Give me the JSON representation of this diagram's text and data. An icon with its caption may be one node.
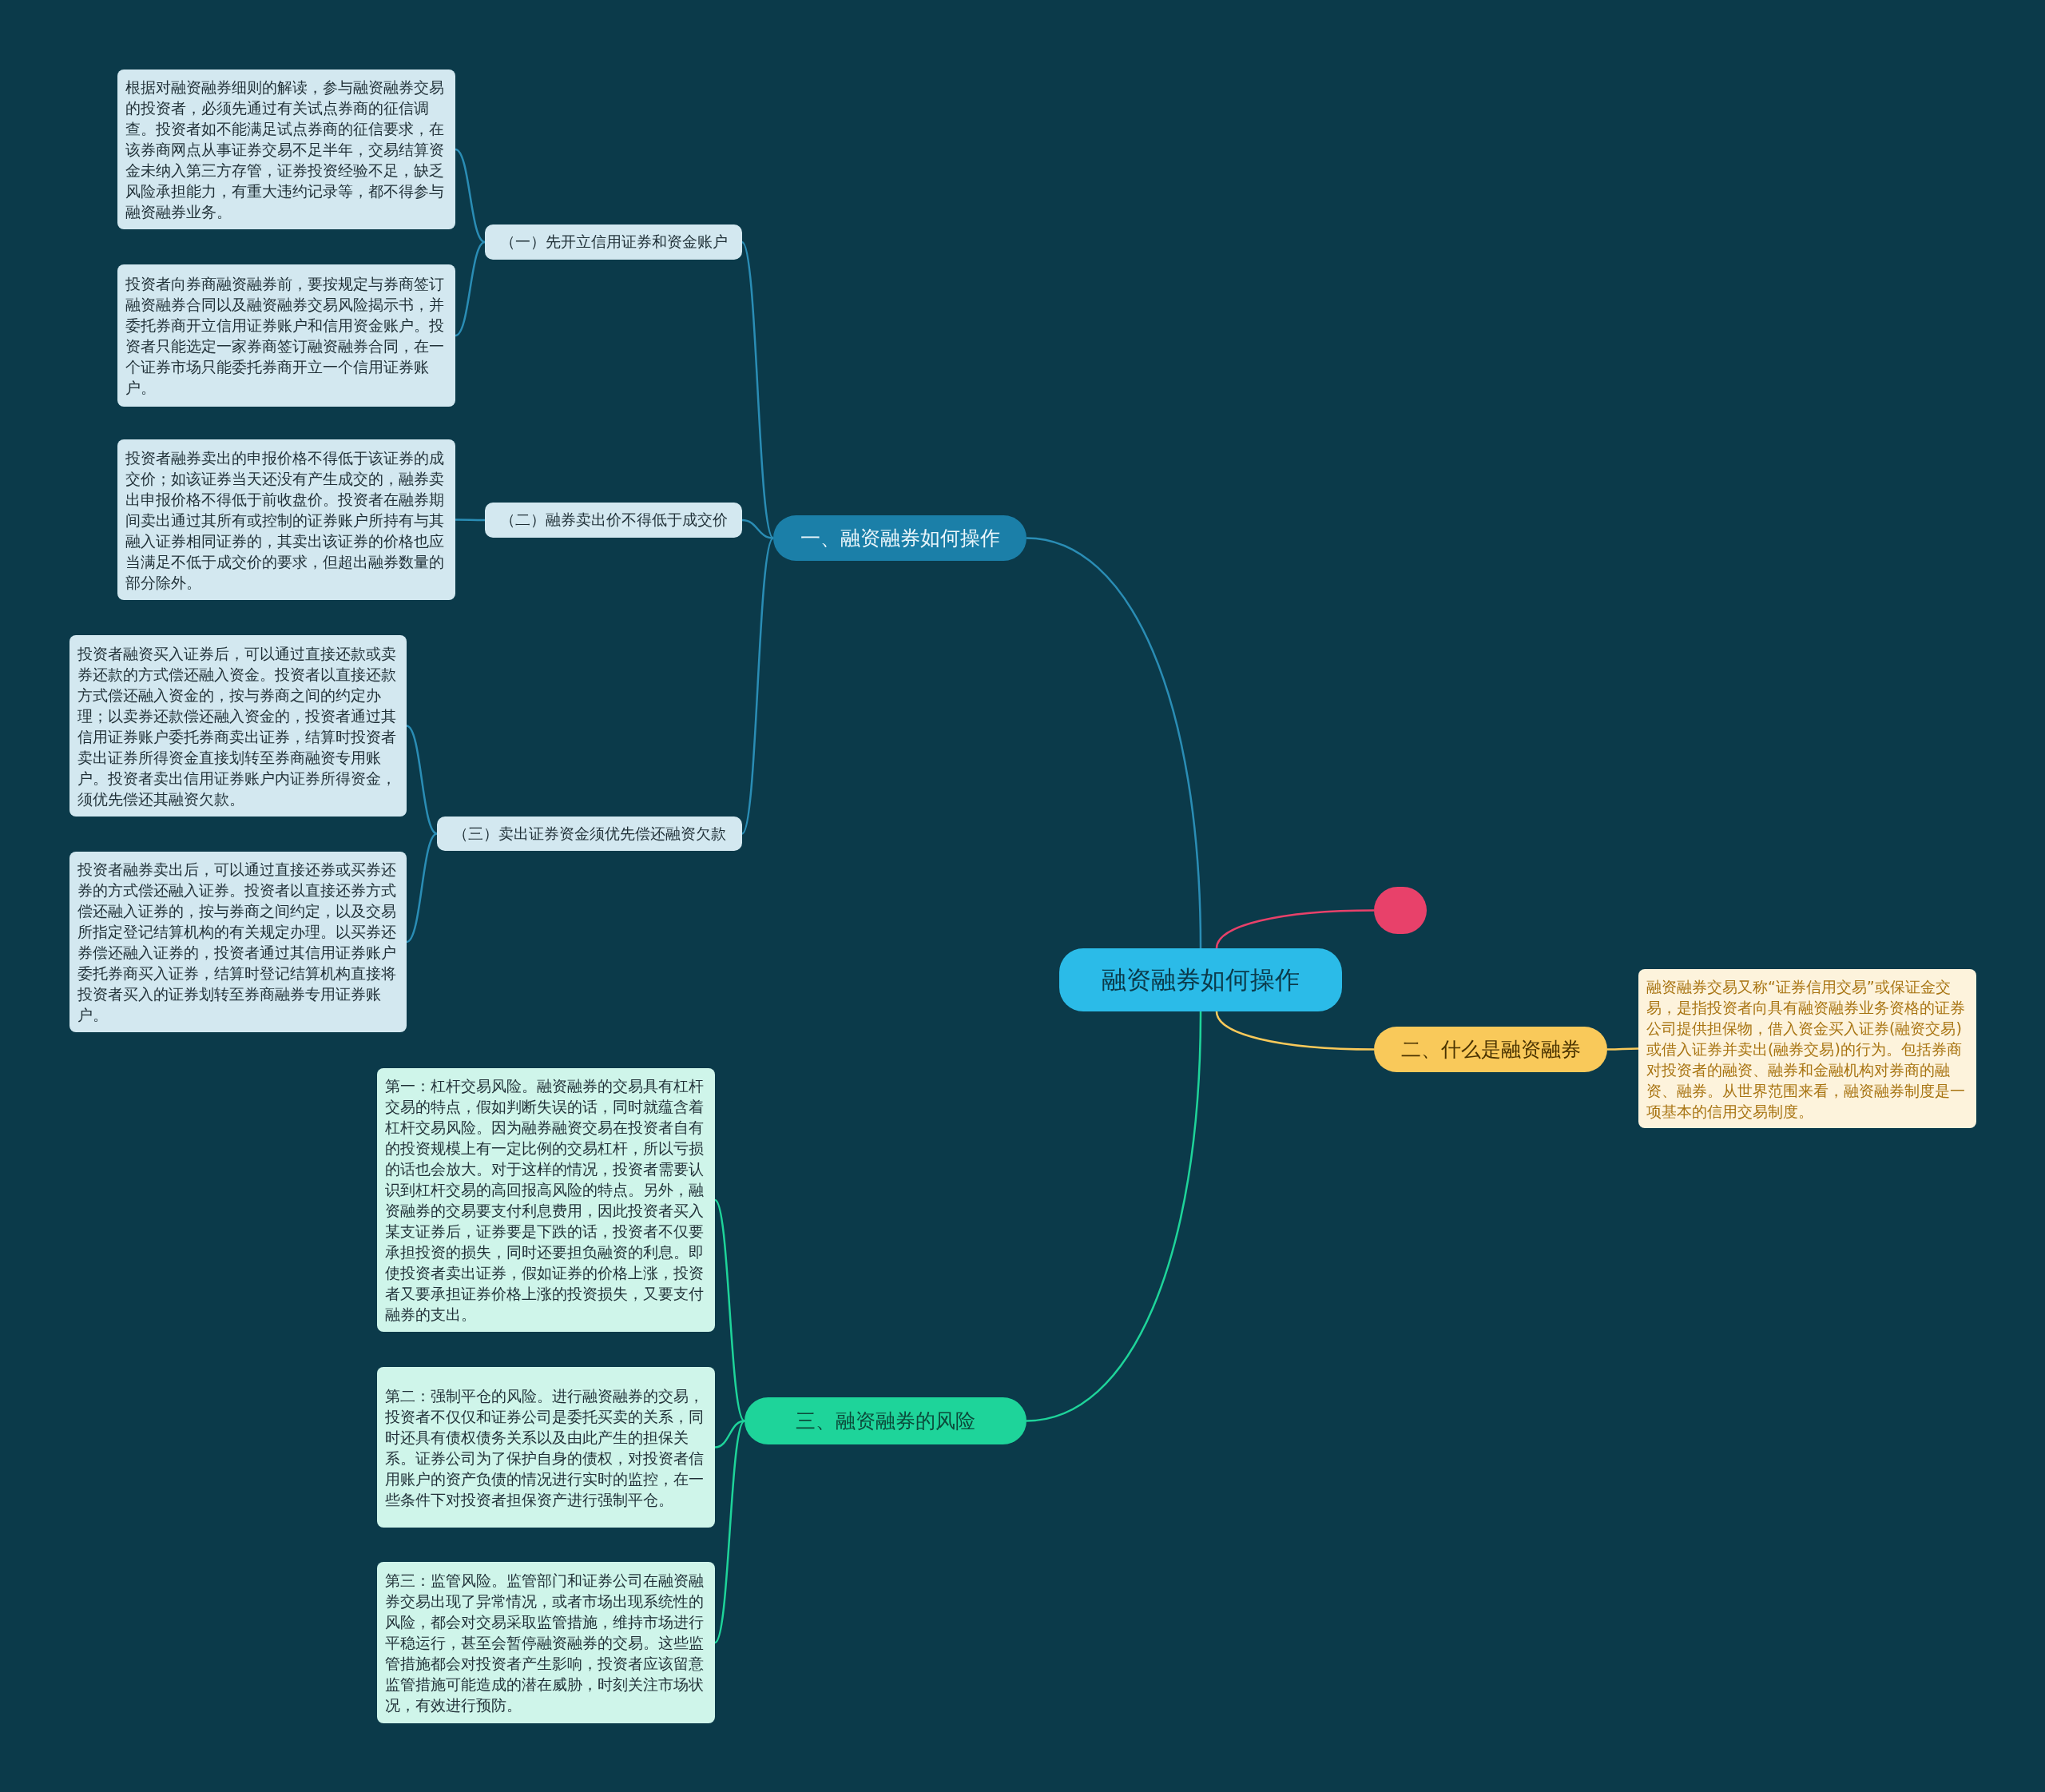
{
  "diagram": {
    "nodes": [
      {
        "text": [
          "融资融券如何操作"
        ]
      },
      {
        "text": [
          "一、融资融券如何操作"
        ]
      },
      {
        "text": [
          "（一）先开立信用证券和资金账户"
        ]
      },
      {
        "text": [
          "根据对融资融券细则的解读，参与融资融券交易的投资者，必须先通过有关试点券商的征信调查。投资者如不能满足试点券商的征信要求，在该券商网点从事证券交易不足半年，交易结算资金未纳入第三方存管，证券投资经验不足，缺乏风险承担能力，有重大违约记录等，都不得参与融资融券业务。"
        ]
      },
      {
        "text": [
          "投资者向券商融资融券前，要按规定与券商签订融资融券合同以及融资融券交易风险揭示书，并委托券商开立信用证券账户和信用资金账户。投资者只能选定一家券商签订融资融券合同，在一个证券市场只能委托券商开立一个信用证券账户。"
        ]
      },
      {
        "text": [
          "（二）融券卖出价不得低于成交价"
        ]
      },
      {
        "text": [
          "投资者融券卖出的申报价格不得低于该证券的成交价；如该证券当天还没有产生成交的，融券卖出申报价格不得低于前收盘价。投资者在融券期间卖出通过其所有或控制的证券账户所持有与其融入证券相同证券的，其卖出该证券的价格也应当满足不低于成交价的要求，但超出融券数量的部分除外。"
        ]
      },
      {
        "text": [
          "（三）卖出证券资金须优先偿还融资欠款"
        ]
      },
      {
        "text": [
          "投资者融资买入证券后，可以通过直接还款或卖券还款的方式偿还融入资金。投资者以直接还款方式偿还融入资金的，按与券商之间的约定办理；以卖券还款偿还融入资金的，投资者通过其信用证券账户委托券商卖出证券，结算时投资者卖出证券所得资金直接划转至券商融资专用账户。投资者卖出信用证券账户内证券所得资金，须优先偿还其融资欠款。"
        ]
      },
      {
        "text": [
          "投资者融券卖出后，可以通过直接还券或买券还券的方式偿还融入证券。投资者以直接还券方式偿还融入证券的，按与券商之间约定，以及交易所指定登记结算机构的有关规定办理。以买券还券偿还融入证券的，投资者通过其信用证券账户委托券商买入证券，结算时登记结算机构直接将投资者买入的证券划转至券商融券专用证券账户。"
        ]
      },
      {
        "text": [],
        "shape": "circle"
      },
      {
        "text": [
          "二、什么是融资融券"
        ]
      },
      {
        "text": [
          "融资融券交易又称“证券信用交易”或保证金交易，是指投资者向具有融资融券业务资格的证券公司提供担保物，借入资金买入证券(融资交易)或借入证券并卖出(融券交易)的行为。包括券商对投资者的融资、融券和金融机构对券商的融资、融券。从世界范围来看，融资融券制度是一项基本的信用交易制度。"
        ]
      },
      {
        "text": [
          "三、融资融券的风险"
        ]
      },
      {
        "text": [
          "第一：杠杆交易风险。融资融券的交易具有杠杆交易的特点，假如判断失误的话，同时就蕴含着杠杆交易风险。因为融券融资交易在投资者自有的投资规模上有一定比例的交易杠杆，所以亏损的话也会放大。对于这样的情况，投资者需要认识到杠杆交易的高回报高风险的特点。另外，融资融券的交易要支付利息费用，因此投资者买入某支证券后，证券要是下跌的话，投资者不仅要承担投资的损失，同时还要担负融资的利息。即使投资者卖出证券，假如证券的价格上涨，投资者又要承担证券价格上涨的投资损失，又要支付融券的支出。"
        ]
      },
      {
        "text": [
          "第二：强制平仓的风险。进行融资融券的交易，投资者不仅仅和证券公司是委托买卖的关系，同时还具有债权债务关系以及由此产生的担保关系。证券公司为了保护自身的债权，对投资者信用账户的资产负债的情况进行实时的监控，在一些条件下对投资者担保资产进行强制平仓。"
        ]
      },
      {
        "text": [
          "第三：监管风险。监管部门和证券公司在融资融券交易出现了异常情况，或者市场出现系统性的风险，都会对交易采取监管措施，维持市场进行平稳运行，甚至会暂停融资融券的交易。这些监管措施都会对投资者产生影响，投资者应该留意监管措施可能造成的潜在威胁，时刻关注市场状况，有效进行预防。"
        ]
      }
    ],
    "edges": [
      {
        "from": 0,
        "to": 1,
        "arrow": "none"
      },
      {
        "from": 1,
        "to": 2,
        "arrow": "none"
      },
      {
        "from": 2,
        "to": 3,
        "arrow": "none"
      },
      {
        "from": 2,
        "to": 4,
        "arrow": "none"
      },
      {
        "from": 1,
        "to": 5,
        "arrow": "none"
      },
      {
        "from": 5,
        "to": 6,
        "arrow": "none"
      },
      {
        "from": 1,
        "to": 7,
        "arrow": "none"
      },
      {
        "from": 7,
        "to": 8,
        "arrow": "none"
      },
      {
        "from": 7,
        "to": 9,
        "arrow": "none"
      },
      {
        "from": 0,
        "to": 10,
        "arrow": "none",
        "color": "#e8416a"
      },
      {
        "from": 0,
        "to": 11,
        "arrow": "none",
        "color": "#f9c95a"
      },
      {
        "from": 11,
        "to": 12,
        "arrow": "none",
        "color": "#f9c95a"
      },
      {
        "from": 0,
        "to": 13,
        "arrow": "none",
        "color": "#1ed49a"
      },
      {
        "from": 13,
        "to": 14,
        "arrow": "none",
        "color": "#1ed49a"
      },
      {
        "from": 13,
        "to": 15,
        "arrow": "none",
        "color": "#1ed49a"
      },
      {
        "from": 13,
        "to": 16,
        "arrow": "none",
        "color": "#1ed49a"
      }
    ]
  }
}
